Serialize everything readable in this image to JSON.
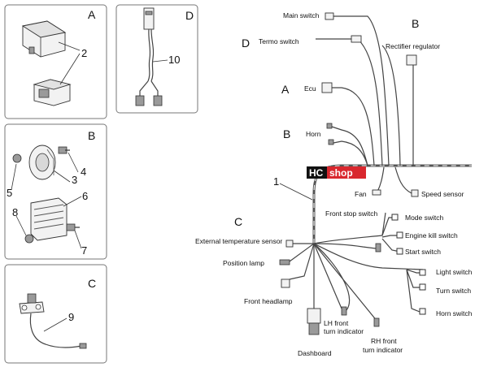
{
  "panels": {
    "a": {
      "letter": "A",
      "part_number": "2"
    },
    "b": {
      "letter": "B",
      "part_numbers": [
        "3",
        "4",
        "5",
        "6",
        "7",
        "8"
      ]
    },
    "c": {
      "letter": "C",
      "part_number": "9"
    },
    "d": {
      "letter": "D",
      "part_number": "10"
    }
  },
  "harness": {
    "section_letters": {
      "main_b": "B",
      "main_d": "D",
      "ecu_a": "A",
      "horn_b": "B",
      "main_c": "C"
    },
    "callout_number": "1",
    "watermark": {
      "left": "HC",
      "right": "shop"
    },
    "labels": {
      "main_switch": "Main switch",
      "termo_switch": "Termo switch",
      "rectifier_regulator": "Rectifier regulator",
      "ecu": "Ecu",
      "horn": "Horn",
      "fan": "Fan",
      "speed_sensor": "Speed sensor",
      "front_stop_switch": "Front stop switch",
      "mode_switch": "Mode switch",
      "engine_kill_switch": "Engine kill switch",
      "start_switch": "Start switch",
      "external_temperature_sensor": "External temperature sensor",
      "position_lamp": "Position lamp",
      "light_switch": "Light switch",
      "turn_switch": "Turn switch",
      "horn_switch": "Horn switch",
      "front_headlamp": "Front headlamp",
      "lh_front_turn_indicator_1": "LH front",
      "lh_front_turn_indicator_2": "turn indicator",
      "rh_front_turn_indicator_1": "RH front",
      "rh_front_turn_indicator_2": "turn indicator",
      "dashboard": "Dashboard"
    }
  }
}
